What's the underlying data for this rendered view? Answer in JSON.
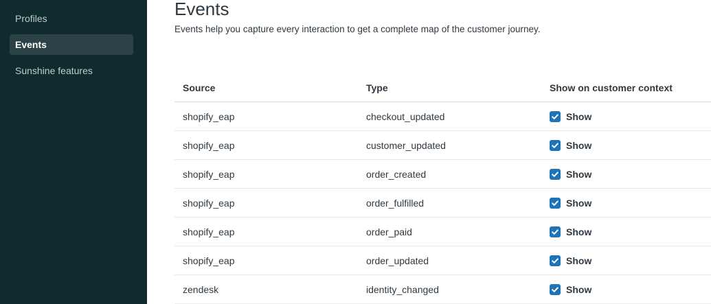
{
  "sidebar": {
    "items": [
      {
        "label": "Profiles",
        "active": false
      },
      {
        "label": "Events",
        "active": true
      },
      {
        "label": "Sunshine features",
        "active": false
      }
    ]
  },
  "main": {
    "title": "Events",
    "description": "Events help you capture every interaction to get a complete map of the customer journey."
  },
  "table": {
    "headers": {
      "source": "Source",
      "type": "Type",
      "show": "Show on customer context"
    },
    "rows": [
      {
        "source": "shopify_eap",
        "type": "checkout_updated",
        "show_label": "Show",
        "checked": true
      },
      {
        "source": "shopify_eap",
        "type": "customer_updated",
        "show_label": "Show",
        "checked": true
      },
      {
        "source": "shopify_eap",
        "type": "order_created",
        "show_label": "Show",
        "checked": true
      },
      {
        "source": "shopify_eap",
        "type": "order_fulfilled",
        "show_label": "Show",
        "checked": true
      },
      {
        "source": "shopify_eap",
        "type": "order_paid",
        "show_label": "Show",
        "checked": true
      },
      {
        "source": "shopify_eap",
        "type": "order_updated",
        "show_label": "Show",
        "checked": true
      },
      {
        "source": "zendesk",
        "type": "identity_changed",
        "show_label": "Show",
        "checked": true
      }
    ]
  },
  "colors": {
    "sidebar_bg": "#0f2b2e",
    "sidebar_active_bg": "#2b4346",
    "checkbox_blue": "#1f73b7",
    "text": "#2f3941"
  }
}
